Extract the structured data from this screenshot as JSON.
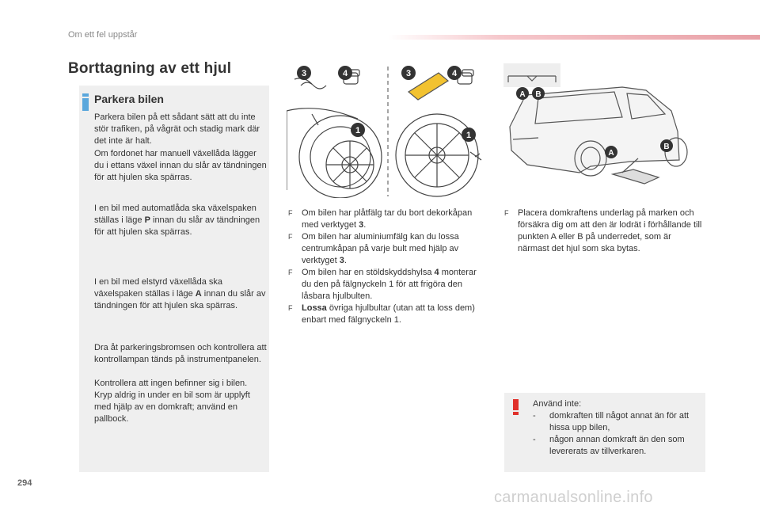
{
  "header": {
    "section": "Om ett fel uppstår"
  },
  "page_title": "Borttagning av ett hjul",
  "info_box": {
    "title": "Parkera bilen",
    "paragraphs": [
      "Parkera bilen på ett sådant sätt att du inte stör trafiken, på vågrät och stadig mark där det inte är halt.",
      "Om fordonet har manuell växellåda lägger du i ettans växel innan du slår av tändningen för att hjulen ska spärras.",
      "I en bil med automatlåda ska växelspaken ställas i läge P innan du slår av tändningen för att hjulen ska spärras.",
      "I en bil med elstyrd växellåda ska växelspaken ställas i läge A innan du slår av tändningen för att hjulen ska spärras.",
      "Dra åt parkeringsbromsen och kontrollera att kontrollampan tänds på instrumentpanelen.",
      "Kontrollera att ingen befinner sig i bilen.",
      "Kryp aldrig in under en bil som är upplyft med hjälp av en domkraft; använd en pallbock."
    ]
  },
  "illustration_labels": {
    "left_a": [
      "3",
      "4",
      "1"
    ],
    "left_b": [
      "3",
      "4",
      "1"
    ],
    "right": [
      "A",
      "B",
      "A",
      "B"
    ]
  },
  "middle_bullets": [
    {
      "mark": "F",
      "pre": "Om bilen har plåtfälg tar du bort dekorkåpan med verktyget ",
      "bold": "3",
      "post": "."
    },
    {
      "mark": "F",
      "pre": "Om bilen har aluminiumfälg kan du lossa centrumkåpan på varje bult med hjälp av verktyget ",
      "bold": "3",
      "post": "."
    },
    {
      "mark": "F",
      "pre": "Om bilen har en stöldskyddshylsa ",
      "bold": "4",
      "post": " monterar du den på fälgnyckeln 1 för att frigöra den låsbara hjulbulten."
    },
    {
      "mark": "F",
      "pre": "",
      "bold": "Lossa",
      "post": " övriga hjulbultar (utan att ta loss dem) enbart med fälgnyckeln 1."
    }
  ],
  "right_bullet": {
    "mark": "F",
    "text": "Placera domkraftens underlag på marken och försäkra dig om att den är lodrät i förhållande till punkten A eller B på underredet, som är närmast det hjul som ska bytas."
  },
  "warning": {
    "intro": "Använd inte:",
    "items": [
      "domkraften till något annat än för att hissa upp bilen,",
      "någon annan domkraft än den som levererats av tillverkaren."
    ],
    "dash": "-"
  },
  "page_number": "294",
  "watermark": "carmanualsonline.info",
  "colors": {
    "info_accent": "#5aa7dc",
    "warning_accent": "#e0312b",
    "box_bg": "#efefef"
  }
}
